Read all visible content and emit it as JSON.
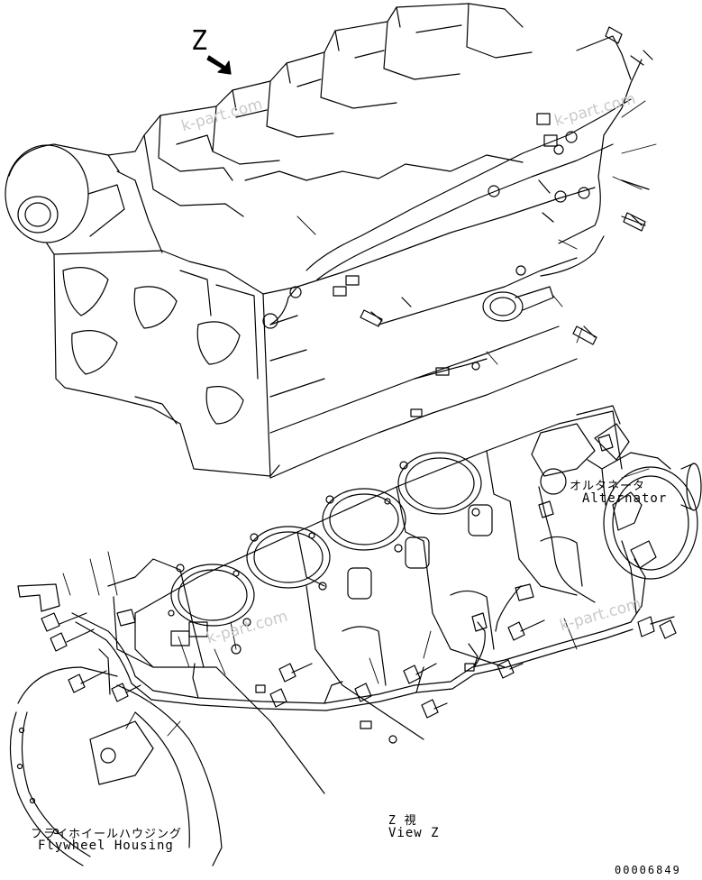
{
  "labels": {
    "view_letter": "Z",
    "alternator_jp": "オルタネータ",
    "alternator_en": "Alternator",
    "flywheel_jp": "フライホイールハウジング",
    "flywheel_en": "Flywheel Housing",
    "view_jp": "Z 視",
    "view_en": "View Z",
    "drawing_number": "00006849"
  },
  "watermark": "k-part.com",
  "colors": {
    "line": "#000000",
    "background": "#ffffff",
    "watermark": "#c9c9c9"
  }
}
